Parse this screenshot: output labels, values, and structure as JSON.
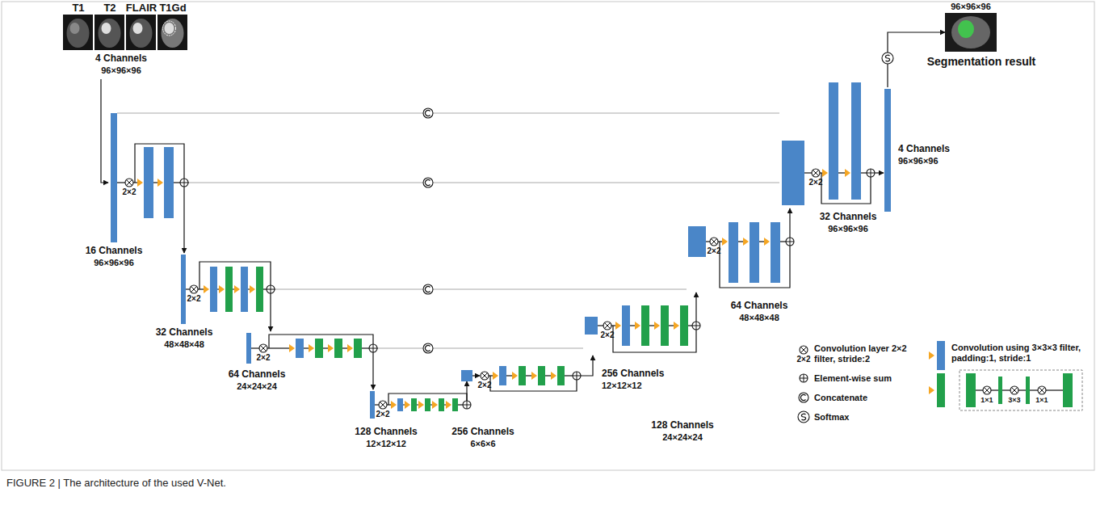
{
  "diagram": {
    "caption": "FIGURE 2 | The architecture of the used V-Net.",
    "nodes": [
      {
        "text": [
          "T1",
          "T2",
          "FLAIR",
          "T1Gd",
          "4 Channels",
          "96×96×96"
        ]
      },
      {
        "text": [
          "16 Channels",
          "96×96×96"
        ]
      },
      {
        "text": [
          "32 Channels",
          "48×48×48"
        ]
      },
      {
        "text": [
          "64 Channels",
          "24×24×24"
        ]
      },
      {
        "text": [
          "128 Channels",
          "12×12×12"
        ]
      },
      {
        "text": [
          "256 Channels",
          "6×6×6"
        ]
      },
      {
        "text": [
          "256 Channels",
          "12×12×12"
        ]
      },
      {
        "text": [
          "128 Channels",
          "24×24×24"
        ]
      },
      {
        "text": [
          "64 Channels",
          "48×48×48"
        ]
      },
      {
        "text": [
          "32 Channels",
          "96×96×96"
        ]
      },
      {
        "text": [
          "4 Channels",
          "96×96×96"
        ]
      },
      {
        "text": [
          "96×96×96",
          "Segmentation result"
        ]
      }
    ],
    "edges": [
      {
        "from": 0,
        "to": 1,
        "arrow": "to"
      },
      {
        "from": 1,
        "to": 2,
        "arrow": "to"
      },
      {
        "from": 2,
        "to": 3,
        "arrow": "to"
      },
      {
        "from": 3,
        "to": 4,
        "arrow": "to"
      },
      {
        "from": 4,
        "to": 5,
        "arrow": "to"
      },
      {
        "from": 5,
        "to": 6,
        "arrow": "to"
      },
      {
        "from": 6,
        "to": 7,
        "arrow": "to"
      },
      {
        "from": 7,
        "to": 8,
        "arrow": "to"
      },
      {
        "from": 8,
        "to": 9,
        "arrow": "to"
      },
      {
        "from": 9,
        "to": 10,
        "arrow": "to"
      },
      {
        "from": 10,
        "to": 11,
        "arrow": "to"
      },
      {
        "from": 1,
        "to": 9,
        "arrow": "none"
      },
      {
        "from": 1,
        "to": 9,
        "arrow": "none"
      },
      {
        "from": 2,
        "to": 8,
        "arrow": "none"
      },
      {
        "from": 3,
        "to": 7,
        "arrow": "none"
      }
    ],
    "labels": [
      "2×2",
      "2×2",
      "2×2",
      "2×2",
      "2×2",
      "2×2",
      "2×2",
      "2×2",
      "2×2",
      "1×1",
      "3×3",
      "1×1"
    ],
    "legend": [
      {
        "text": "Convolution layer 2×2 filter, stride:2"
      },
      {
        "text": "Element-wise sum"
      },
      {
        "text": "Concatenate"
      },
      {
        "text": "Softmax"
      },
      {
        "text": "Convolution using 3×3×3 filter, padding:1, stride:1"
      }
    ]
  }
}
